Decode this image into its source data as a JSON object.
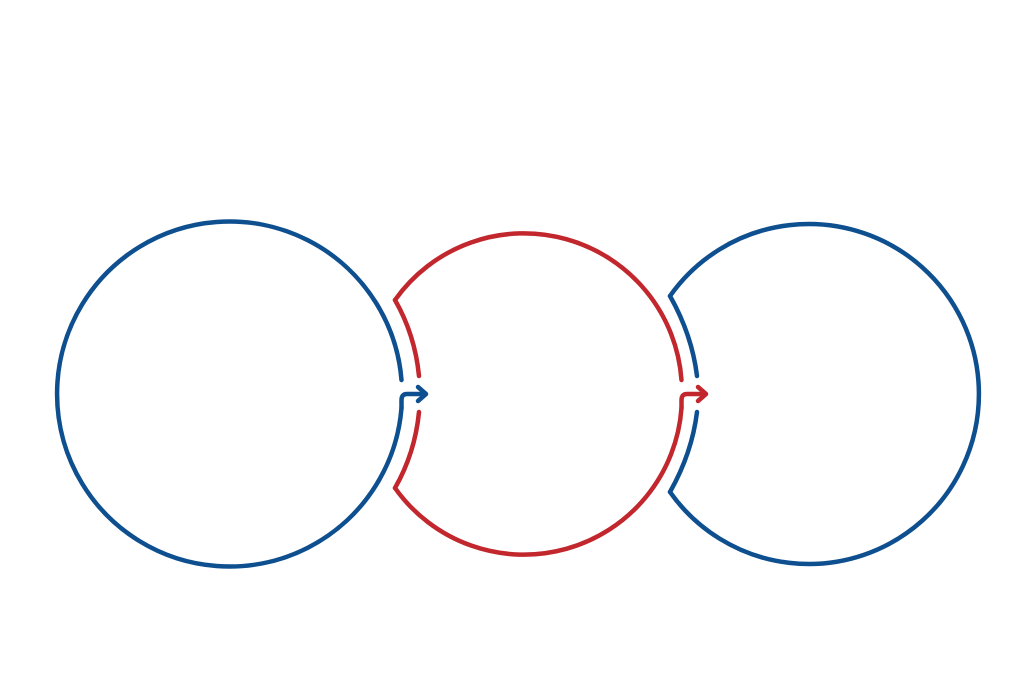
{
  "diagram": {
    "colors": {
      "primary": "#0e4f8f",
      "secondary": "#c1272d",
      "background": "#ffffff"
    },
    "nodes": [
      {
        "id": "stage-1",
        "color_role": "primary",
        "label": ""
      },
      {
        "id": "stage-2",
        "color_role": "secondary",
        "label": ""
      },
      {
        "id": "stage-3",
        "color_role": "primary",
        "label": ""
      }
    ],
    "connectors": [
      {
        "from": "stage-1",
        "to": "stage-2",
        "color_role": "primary"
      },
      {
        "from": "stage-2",
        "to": "stage-3",
        "color_role": "secondary"
      }
    ]
  }
}
